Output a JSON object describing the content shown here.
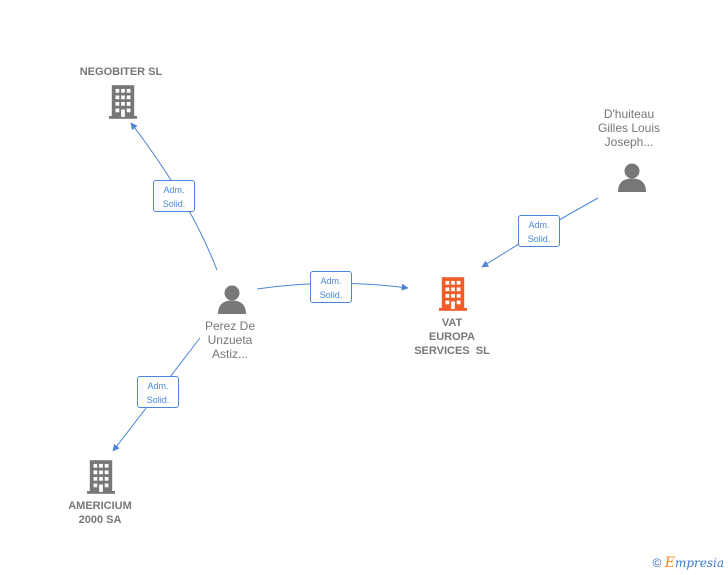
{
  "nodes": {
    "negobiter": {
      "label": "NEGOBITER SL",
      "type": "company",
      "color": "#777777"
    },
    "vat_europa": {
      "label_lines": [
        "VAT",
        "EUROPA",
        "SERVICES  SL"
      ],
      "type": "company",
      "color": "#f25c2a"
    },
    "americium": {
      "label_lines": [
        "AMERICIUM",
        "2000 SA"
      ],
      "type": "company",
      "color": "#777777"
    },
    "perez": {
      "label_lines": [
        "Perez De",
        "Unzueta",
        "Astiz..."
      ],
      "type": "person",
      "color": "#777777"
    },
    "dhuiteau": {
      "label_lines": [
        "D'huiteau",
        "Gilles Louis",
        "Joseph..."
      ],
      "type": "person",
      "color": "#777777"
    }
  },
  "edges": [
    {
      "from": "perez",
      "to": "negobiter",
      "label_lines": [
        "Adm.",
        "Solid."
      ]
    },
    {
      "from": "perez",
      "to": "vat_europa",
      "label_lines": [
        "Adm.",
        "Solid."
      ]
    },
    {
      "from": "perez",
      "to": "americium",
      "label_lines": [
        "Adm.",
        "Solid."
      ]
    },
    {
      "from": "dhuiteau",
      "to": "vat_europa",
      "label_lines": [
        "Adm.",
        "Solid."
      ]
    }
  ],
  "colors": {
    "edge": "#4a86d8",
    "node_gray": "#777777",
    "focus_company": "#f25c2a"
  },
  "footer": {
    "copyright_symbol": "©",
    "brand_initial": "E",
    "brand_rest": "mpresia"
  }
}
